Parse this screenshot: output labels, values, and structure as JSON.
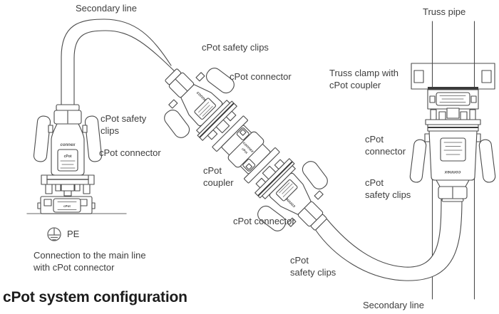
{
  "title": "cPot system configuration",
  "device": {
    "brand": "connex",
    "product": "cPot"
  },
  "labels": {
    "secondary_line_top": "Secondary line",
    "truss_pipe": "Truss pipe",
    "safety_clips_top": "cPot safety clips",
    "connector_top": "cPot connector",
    "truss_clamp": "Truss clamp with\ncPot coupler",
    "left_safety_clips": "cPot safety\nclips",
    "left_connector": "cPot connector",
    "right_connector": "cPot\nconnector",
    "coupler": "cPot\ncoupler",
    "mid_connector": "cPot connector",
    "right_safety_clips": "cPot\nsafety clips",
    "bottom_safety_clips": "cPot\nsafety clips",
    "pe": "PE",
    "main_line_caption": "Connection to the main line\nwith cPot connector",
    "secondary_line_bottom": "Secondary line"
  },
  "colors": {
    "line": "#4b4b4b",
    "text": "#3e3e3e",
    "title": "#1c1c1c",
    "background": "#ffffff"
  }
}
